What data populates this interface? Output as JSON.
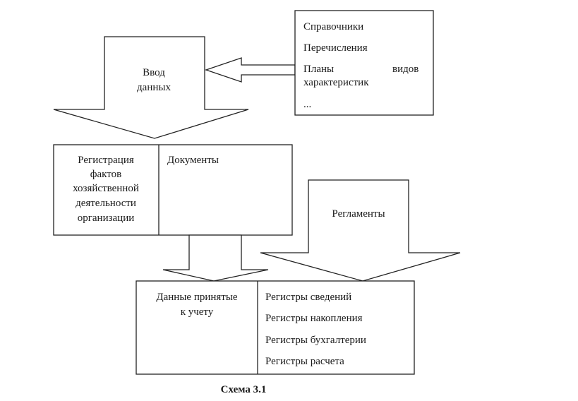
{
  "input_arrow": {
    "label_line1": "Ввод",
    "label_line2": "данных"
  },
  "catalogs_box": {
    "items": [
      "Справочники",
      "Перечисления"
    ],
    "plans_word1": "Планы",
    "plans_word2": "видов",
    "plans_word3": "характеристик",
    "ellipsis": "..."
  },
  "registration_box": {
    "left_lines": [
      "Регистрация",
      "фактов",
      "хозяйственной",
      "деятельности",
      "организации"
    ],
    "right_label": "Документы"
  },
  "regulations_arrow": {
    "label": "Регламенты"
  },
  "accounting_box": {
    "left_line1": "Данные принятые",
    "left_line2": "к учету",
    "registers": [
      "Регистры сведений",
      "Регистры накопления",
      "Регистры бухгалтерии",
      "Регистры расчета"
    ]
  },
  "caption": "Схема 3.1"
}
